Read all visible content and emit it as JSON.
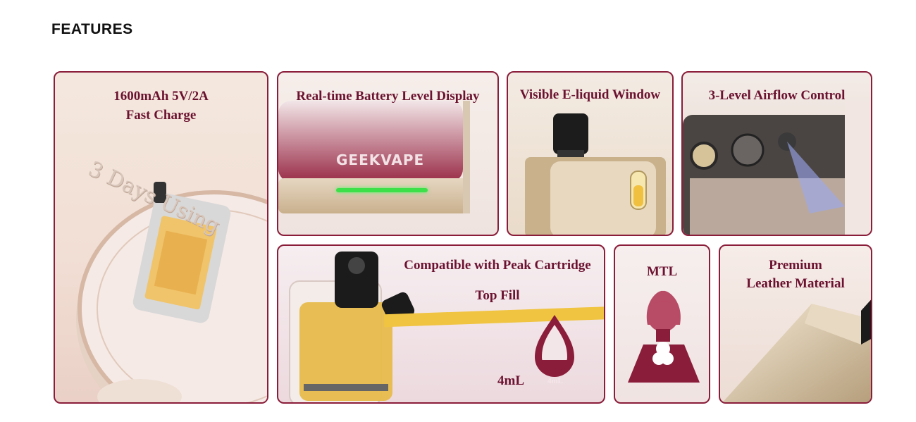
{
  "section_title": "FEATURES",
  "cards": {
    "charge": {
      "line1": "1600mAh 5V/2A",
      "line2": "Fast Charge",
      "coin_text": "3 Days Using"
    },
    "display": {
      "title": "Real-time Battery Level Display",
      "brand": "GEEKVAPE"
    },
    "window": {
      "title": "Visible E-liquid Window"
    },
    "airflow": {
      "title": "3-Level Airflow Control"
    },
    "cartridge": {
      "title": "Compatible with Peak Cartridge",
      "subtitle": "Top Fill",
      "capacity": "4mL",
      "drop_label": "4mL"
    },
    "mtl": {
      "title": "MTL"
    },
    "leather": {
      "line1": "Premium",
      "line2": "Leather Material"
    }
  },
  "colors": {
    "accent": "#8a1d3a",
    "text": "#6b1230",
    "indicator": "#3ee04a"
  }
}
